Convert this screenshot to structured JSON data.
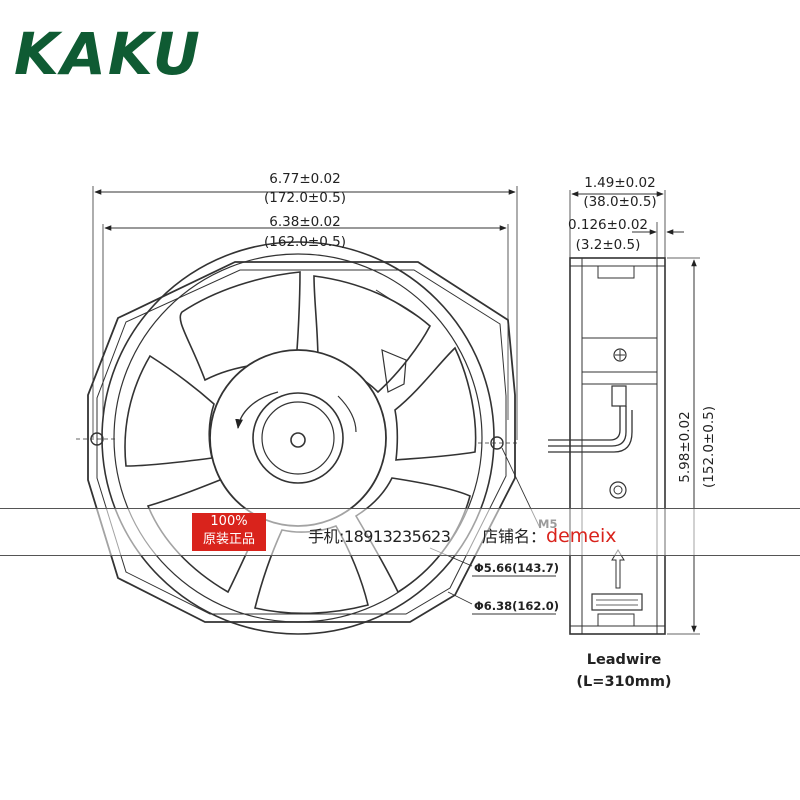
{
  "logo": {
    "text": "KAKU",
    "color": "#0f5b33"
  },
  "front_view": {
    "outer_width": {
      "in": "6.77±0.02",
      "mm": "(172.0±0.5)"
    },
    "inner_width": {
      "in": "6.38±0.02",
      "mm": "(162.0±0.5)"
    },
    "screw_label": "M5",
    "diameter_inner": "Φ5.66(143.7)",
    "diameter_outer": "Φ6.38(162.0)"
  },
  "side_view": {
    "depth": {
      "in": "1.49±0.02",
      "mm": "(38.0±0.5)"
    },
    "flange": {
      "in": "0.126±0.02",
      "mm": "(3.2±0.5)"
    },
    "height": "5.98±0.02",
    "height_mm": "(152.0±0.5)",
    "leadwire_title": "Leadwire",
    "leadwire_length": "(L=310mm)"
  },
  "watermark": {
    "badge_line1": "100%",
    "badge_line2": "原装正品",
    "phone": "手机:18913235623",
    "shop_label": "店铺名：",
    "shop_name": "demeix",
    "accent": "#d9231c"
  }
}
